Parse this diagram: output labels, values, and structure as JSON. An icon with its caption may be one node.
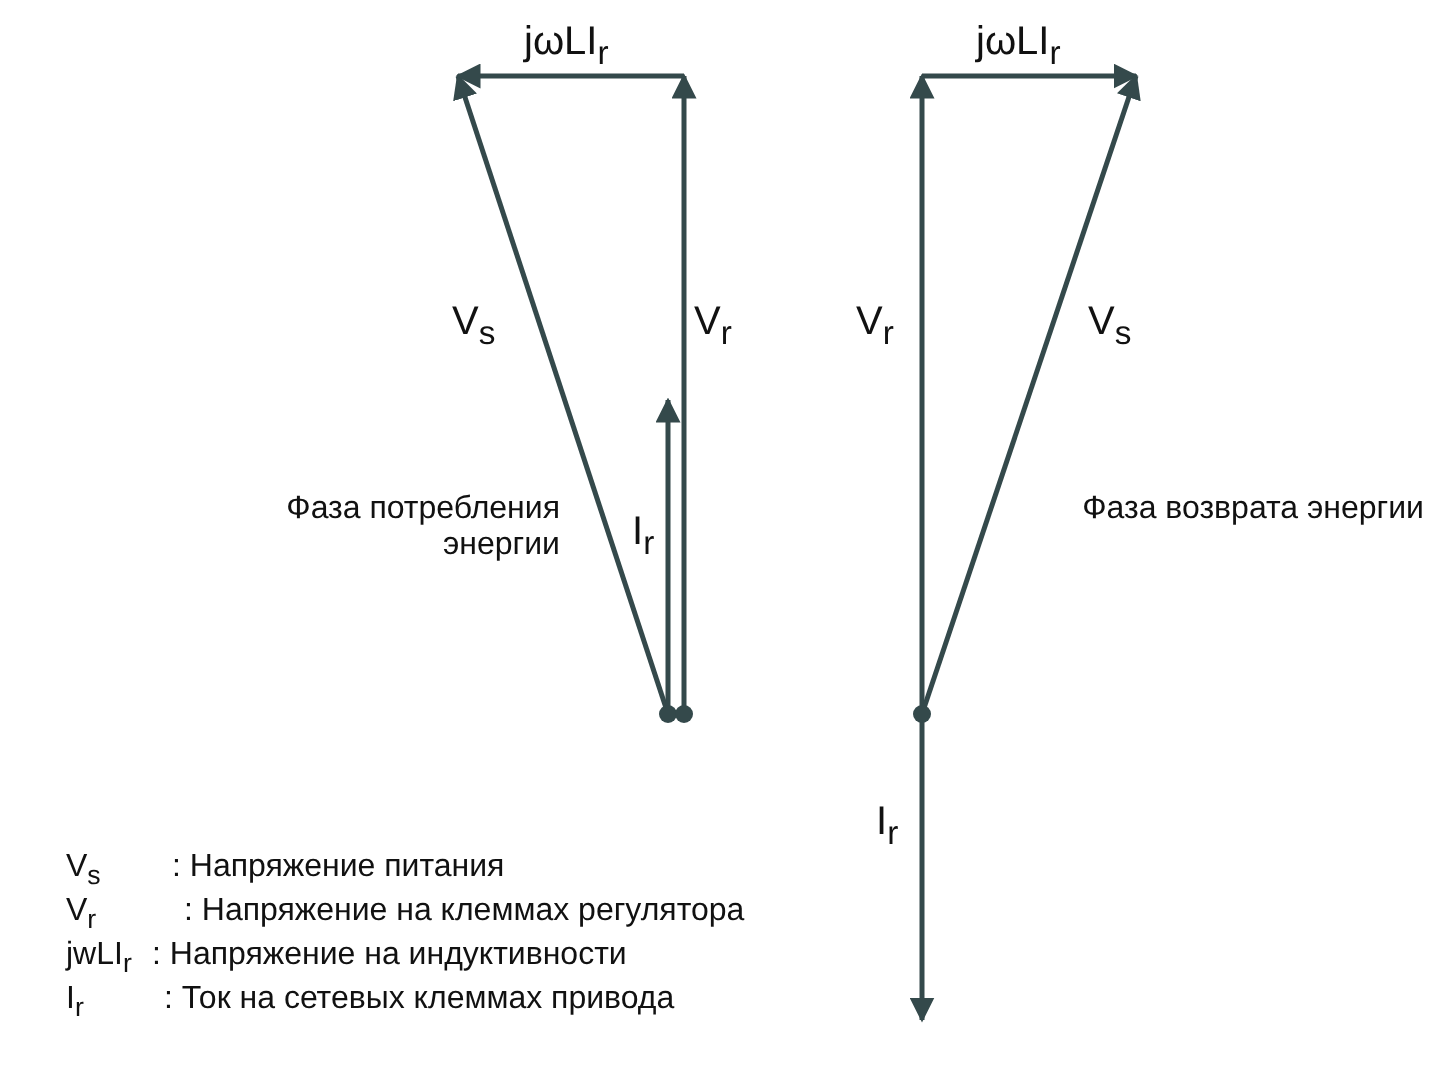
{
  "diagram": {
    "labels": [
      "jωLI$_{r}$",
      "jωLI$_{r}$",
      "V$_{s}$",
      "V$_{r}$",
      "V$_{r}$",
      "V$_{s}$",
      "I$_{r}$",
      "Фаза потребления энергии",
      "Фаза возврата энергии",
      "I$_{r}$",
      "V$_{s}$",
      ": Напряжение питания",
      "V$_{r}$",
      ": Напряжение на клеммах регулятора",
      "jwLI$_{r}$",
      ": Напряжение на индуктивности",
      "I$_{r}$",
      ": Ток на сетевых клеммах привода"
    ]
  }
}
